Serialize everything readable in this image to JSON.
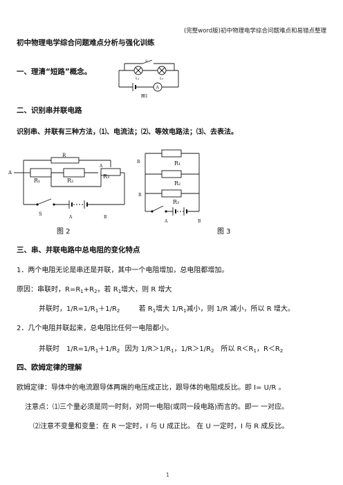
{
  "header": "(完整word版)初中物理电学综合问题难点和易错点整理",
  "title": "初中物理电学综合问题难点分析与强化训练",
  "section1": {
    "heading": "一、理清“短路”概念。",
    "figure": {
      "caption": "图1",
      "switch_label": "S",
      "lamp1": "L₁",
      "lamp2": "L₂",
      "meter": "A"
    }
  },
  "section2": {
    "heading": "二、识别串并联电路",
    "intro": "识别串、并联有三种方法，⑴、电流法；⑵、等效电路法；⑶、去表法。",
    "fig2": {
      "caption": "图 2",
      "r_top": "R",
      "r1": "R₁",
      "r2": "R₂",
      "r3": "R₃",
      "switch": "S",
      "a_left": "A",
      "a_mid": "A",
      "a_bottom": "A",
      "b_bottom": "B"
    },
    "fig3": {
      "caption": "图 3",
      "r_top": "R",
      "r1": "R₁",
      "r2": "R₂",
      "r3": "R₃",
      "r_mid": "R",
      "a_bottom": "A",
      "b_bottom": "B"
    }
  },
  "section3": {
    "heading": "三、串、并联电路中总电阻的变化特点",
    "item1": "1．两个电阻无论是串还是并联，其中一个电阻增加，总电阻都增加。",
    "reason_label": "原因：",
    "series": {
      "lead": "串联时，R=R",
      "mid": "+R",
      "tail": "，若 R",
      "tail2": "增大，则 R 增大"
    },
    "parallel": {
      "lead": "并联时，1/R=1/R",
      "mid": "＋1/R",
      "tail": "若 R",
      "tail2": "增大 1/R",
      "tail3": "减小，则 1/R 减小，所以 R 增大。"
    },
    "item2": "2．几个电阻并联起来，总电阻比任何一电阻都小。",
    "line3": {
      "lead": "并联时　1/R=1/R",
      "mid": "＋1/R",
      "c1": "因为 1/R＞1/R",
      "c2": "，1/R＞1/R",
      "c3": "　所以 R＜R",
      "c4": "，R＜R"
    },
    "sub1": "1",
    "sub2": "2"
  },
  "section4": {
    "heading": "四、欧姆定律的理解",
    "law": "欧姆定律：导体中的电流跟导体两端的电压成正比，跟导体的电阻成反比。即 I= U/R 。",
    "note1": "注意点：⑴三个量必须是同一时刻，对同一电阻(或同一段电路)而言的。即一 一对应。",
    "note2": "⑵注意不变量和变量：在 R 一定时，I 与 U 成正比。 在 U 一定时，I 与 R 成反比。"
  },
  "page_number": "1"
}
